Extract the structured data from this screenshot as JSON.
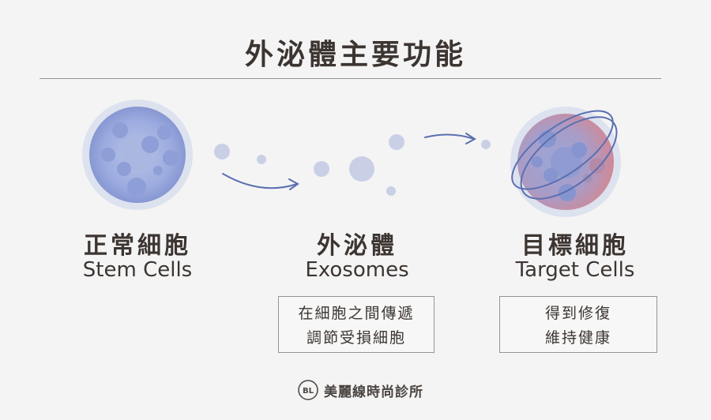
{
  "title": "外泌體主要功能",
  "stages": [
    {
      "zh": "正常細胞",
      "en": "Stem Cells"
    },
    {
      "zh": "外泌體",
      "en": "Exosomes",
      "desc": [
        "在細胞之間傳遞",
        "調節受損細胞"
      ]
    },
    {
      "zh": "目標細胞",
      "en": "Target Cells",
      "desc": [
        "得到修復",
        "維持健康"
      ]
    }
  ],
  "logo": {
    "name": "美麗線時尚診所",
    "mark": "BL"
  },
  "colors": {
    "cell_blue": "#9fb0dc",
    "cell_halo": "#dfe3ee",
    "target_red": "#d48a96",
    "arrow": "#5a6fb0",
    "vesicle": "#c9d0e6"
  }
}
